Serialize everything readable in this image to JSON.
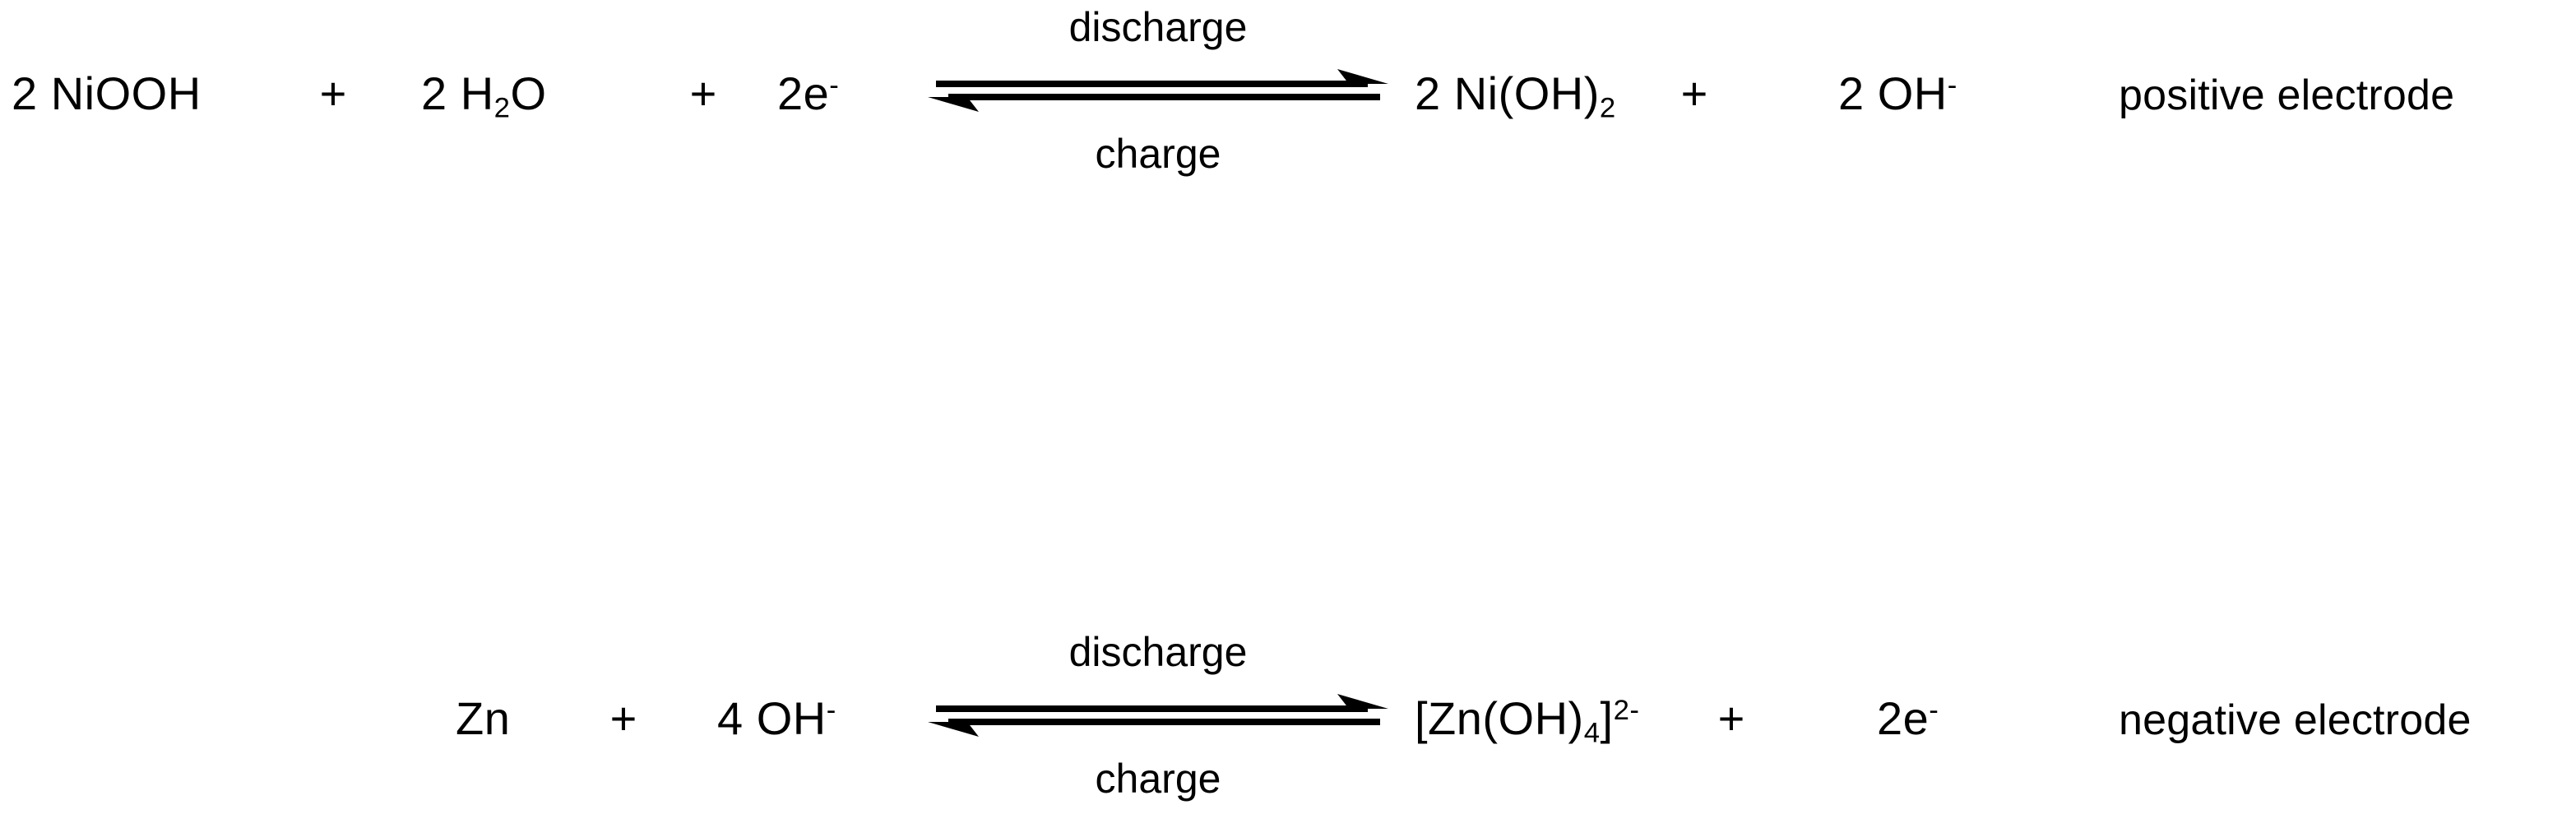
{
  "figure": {
    "type": "chemical-equation-set",
    "background_color": "#ffffff",
    "text_color": "#000000"
  },
  "arrow": {
    "kind": "equilibrium-double-arrow",
    "forward_label": "discharge",
    "reverse_label": "charge",
    "forward_direction": "right",
    "reverse_direction": "left"
  },
  "equations": [
    {
      "id": "positive-electrode",
      "electrode_label": "positive electrode",
      "reactants": [
        {
          "coefficient": "2",
          "formula": "NiOOH"
        },
        {
          "coefficient": "2",
          "formula": "H",
          "sub": "2",
          "formula_tail": "O"
        },
        {
          "coefficient": "",
          "formula": "2e",
          "charge": "-"
        }
      ],
      "products": [
        {
          "coefficient": "2",
          "formula": "Ni(OH)",
          "sub": "2"
        },
        {
          "coefficient": "2",
          "formula": "OH",
          "charge": "-"
        }
      ],
      "operator": "+"
    },
    {
      "id": "negative-electrode",
      "electrode_label": "negative electrode",
      "reactants": [
        {
          "coefficient": "",
          "formula": "Zn"
        },
        {
          "coefficient": "4",
          "formula": "OH",
          "charge": "-"
        }
      ],
      "products": [
        {
          "coefficient": "",
          "formula": "[Zn(OH)",
          "sub": "4",
          "formula_tail": "]",
          "charge": "2-"
        },
        {
          "coefficient": "",
          "formula": "2e",
          "charge": "-"
        }
      ],
      "operator": "+"
    }
  ],
  "row1": {
    "reactant_a_coeff": "2",
    "reactant_a_formula": "NiOOH",
    "plus_1": "+",
    "reactant_b_coeff": "2",
    "reactant_b_h": "H",
    "reactant_b_sub": "2",
    "reactant_b_o": "O",
    "plus_2": "+",
    "reactant_c": "2e",
    "reactant_c_charge": "-",
    "product_a_coeff": "2",
    "product_a_formula": "Ni(OH)",
    "product_a_sub": "2",
    "plus_3": "+",
    "product_b_coeff": "2",
    "product_b_formula": "OH",
    "product_b_charge": "-",
    "electrode": "positive electrode",
    "discharge": "discharge",
    "charge": "charge"
  },
  "row2": {
    "reactant_a": "Zn",
    "plus_1": "+",
    "reactant_b_coeff": "4",
    "reactant_b_formula": "OH",
    "reactant_b_charge": "-",
    "product_a_open": "[Zn(OH)",
    "product_a_sub": "4",
    "product_a_close": "]",
    "product_a_charge": "2-",
    "plus_2": "+",
    "product_b": "2e",
    "product_b_charge": "-",
    "electrode": "negative electrode",
    "discharge": "discharge",
    "charge": "charge"
  }
}
